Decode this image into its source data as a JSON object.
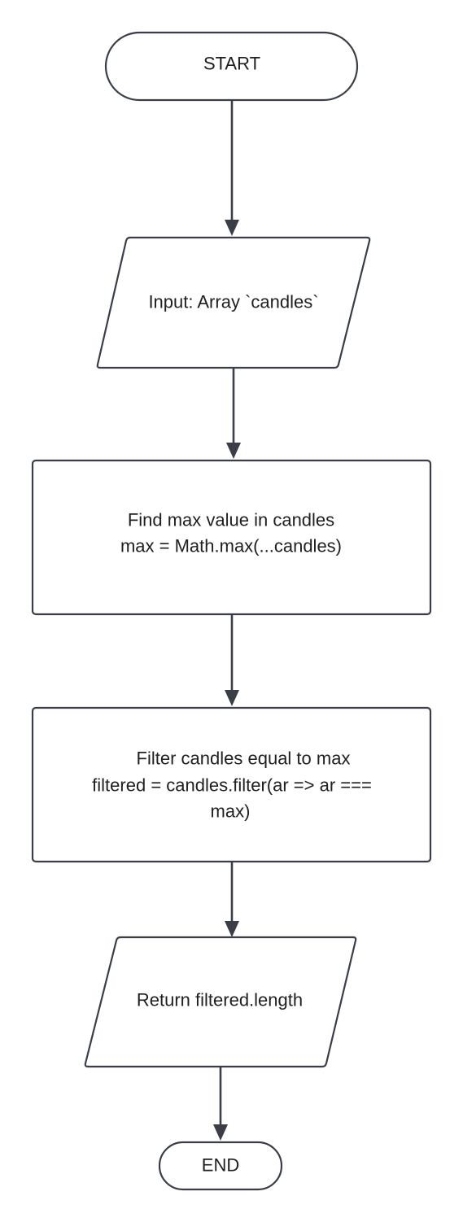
{
  "diagram": {
    "type": "flowchart",
    "colors": {
      "stroke": "#3a3f47",
      "fill": "#ffffff",
      "text": "#1f1f1f"
    },
    "nodes": [
      {
        "id": "start",
        "shape": "terminator",
        "lines": [
          "START"
        ]
      },
      {
        "id": "input",
        "shape": "parallelogram",
        "lines": [
          "Input: Array `candles`"
        ]
      },
      {
        "id": "find-max",
        "shape": "process",
        "lines": [
          "Find max value in candles",
          "max = Math.max(...candles)"
        ]
      },
      {
        "id": "filter",
        "shape": "process",
        "lines": [
          "Filter candles equal to max",
          "filtered = candles.filter(ar => ar ===",
          "max)"
        ]
      },
      {
        "id": "return",
        "shape": "parallelogram",
        "lines": [
          "Return filtered.length"
        ]
      },
      {
        "id": "end",
        "shape": "terminator",
        "lines": [
          "END"
        ]
      }
    ],
    "edges": [
      {
        "from": "start",
        "to": "input"
      },
      {
        "from": "input",
        "to": "find-max"
      },
      {
        "from": "find-max",
        "to": "filter"
      },
      {
        "from": "filter",
        "to": "return"
      },
      {
        "from": "return",
        "to": "end"
      }
    ]
  }
}
